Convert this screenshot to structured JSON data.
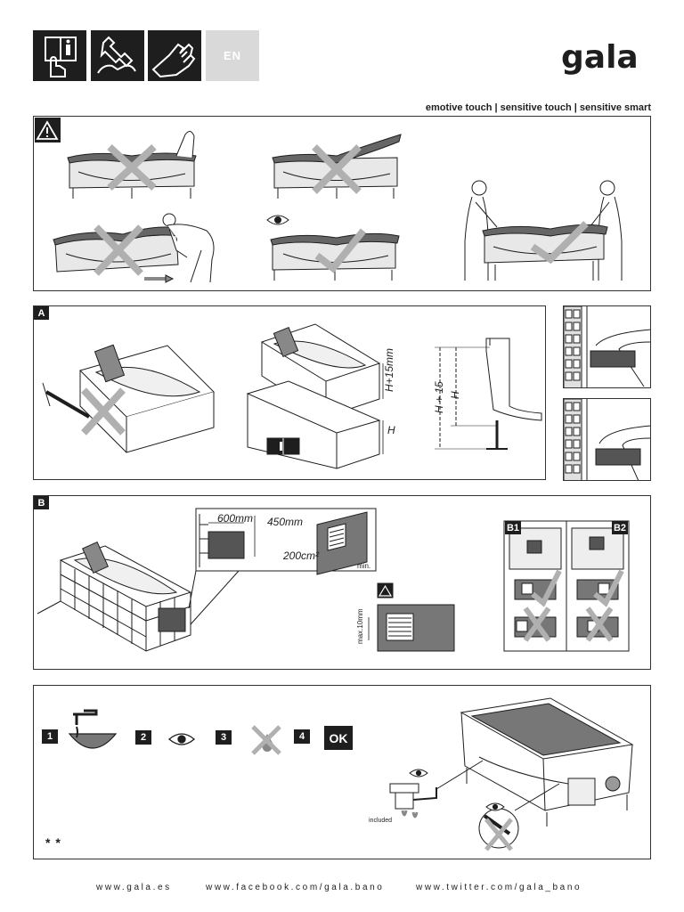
{
  "header": {
    "icons": [
      "manual-read-icon",
      "installer-tools-icon",
      "hand-care-icon"
    ],
    "language": "EN",
    "brand": "gala",
    "product_line": "emotive touch | sensitive touch | sensitive smart"
  },
  "sections": {
    "a": {
      "tag": "A",
      "dim_h15mm": "H+15mm",
      "dim_h": "H",
      "dim_h_plus_15": "H + 15",
      "dim_h_side": "H"
    },
    "b": {
      "tag": "B",
      "dim_600": "600mm",
      "dim_450": "450mm",
      "dim_200": "200cm²",
      "min_label": "min.",
      "max_label": "max.10mm",
      "b1": "B1",
      "b2": "B2"
    },
    "steps": {
      "step1": "1",
      "step2": "2",
      "step3": "3",
      "step4": "4",
      "ok": "OK",
      "included": "included",
      "note_marker": "* *"
    }
  },
  "footer": {
    "website": "www.gala.es",
    "facebook": "www.facebook.com/gala.bano",
    "twitter": "www.twitter.com/gala_bano"
  },
  "colors": {
    "ink": "#1e1e1e",
    "gray": "#9a9a9a",
    "light_gray": "#d9d9d9",
    "mark_gray": "#b0b0b0"
  }
}
